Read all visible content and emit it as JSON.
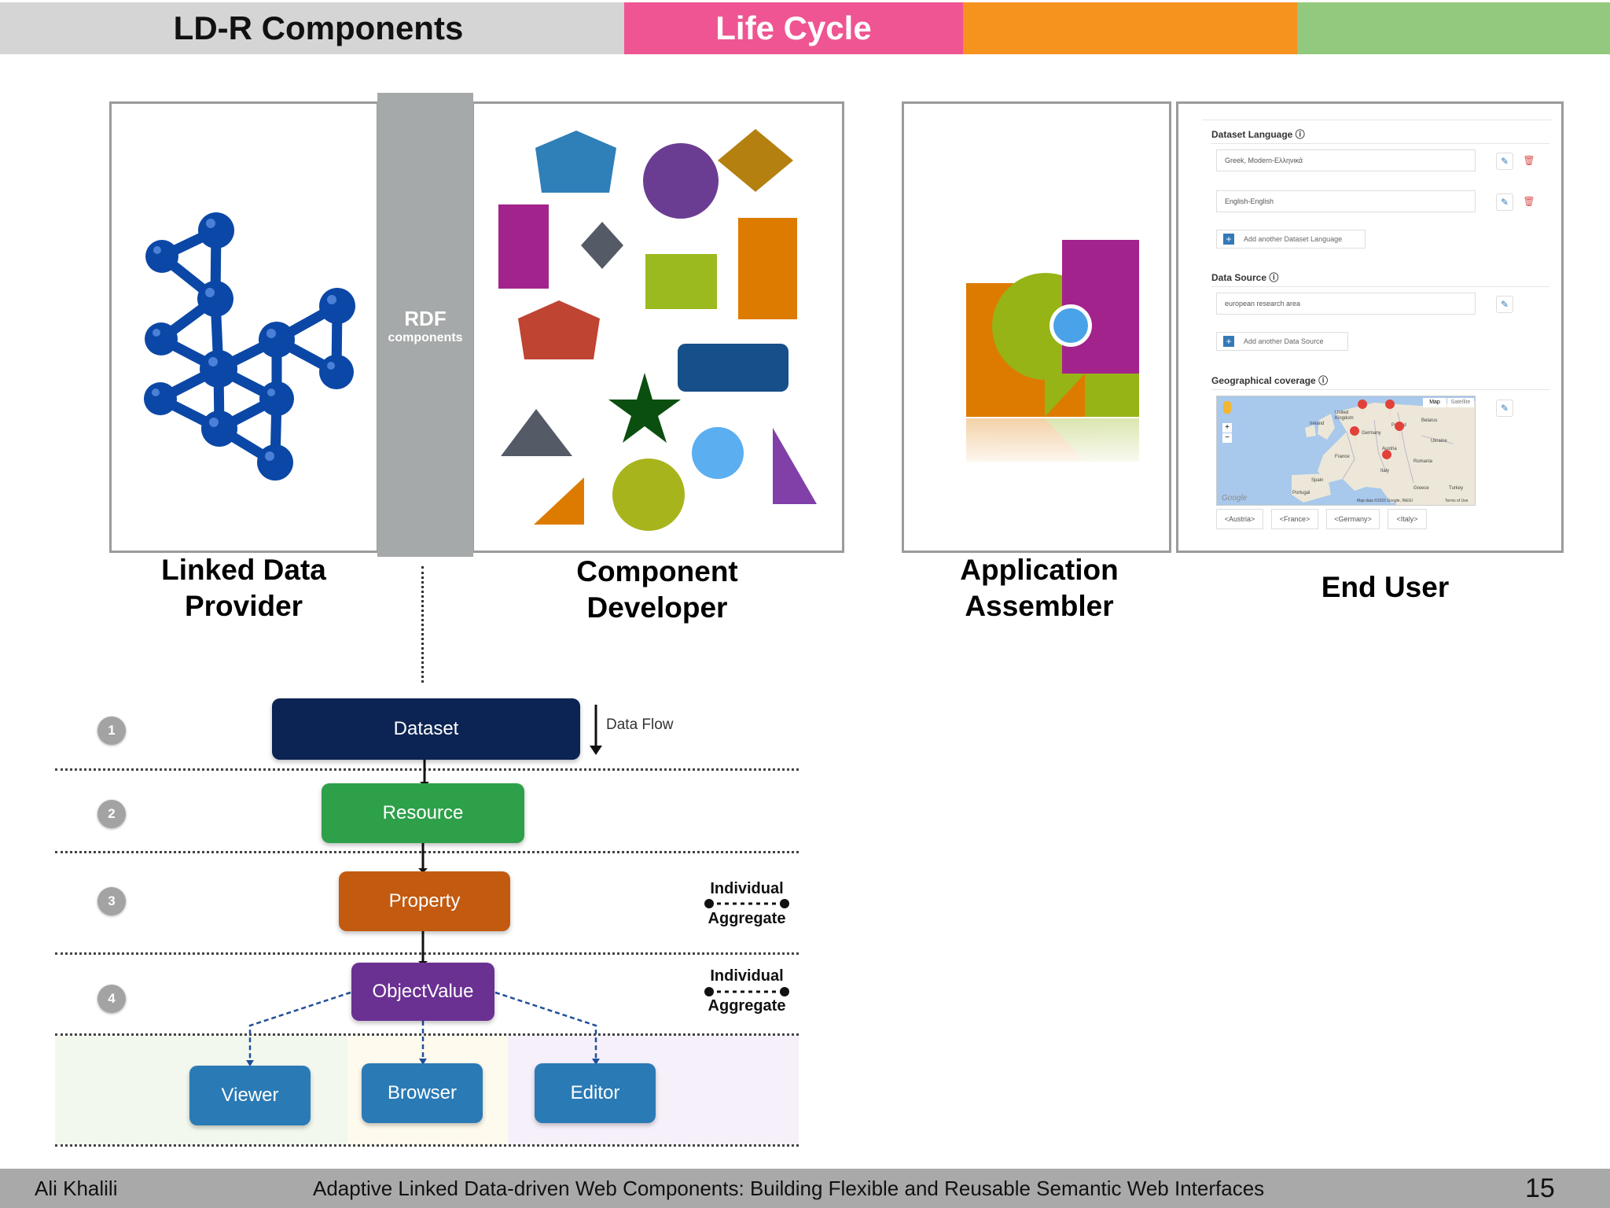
{
  "header": {
    "tab_components": "LD-R Components",
    "tab_lifecycle": "Life Cycle",
    "colors": {
      "gray": "#d5d5d5",
      "pink": "#ef5592",
      "orange": "#f6921e",
      "green": "#93c97e"
    }
  },
  "panels": {
    "rdf_title": "RDF",
    "rdf_subtitle": "components"
  },
  "roles": {
    "provider_l1": "Linked Data",
    "provider_l2": "Provider",
    "developer_l1": "Component",
    "developer_l2": "Developer",
    "assembler_l1": "Application",
    "assembler_l2": "Assembler",
    "end_user": "End User"
  },
  "end_user_form": {
    "dataset_language_label": "Dataset Language",
    "lang_value_1": "Greek, Modern-Ελληνικά",
    "lang_value_2": "English-English",
    "add_language": "Add another Dataset Language",
    "data_source_label": "Data Source",
    "source_value": "european research area",
    "add_source": "Add another Data Source",
    "geo_label": "Geographical coverage",
    "map_btn_map": "Map",
    "map_btn_satellite": "Satellite",
    "map_labels": {
      "ireland": "Ireland",
      "uk": "United Kingdom",
      "germany": "Germany",
      "poland": "Poland",
      "belarus": "Belarus",
      "ukraine": "Ukraine",
      "france": "France",
      "austria": "Austria",
      "romania": "Romania",
      "spain": "Spain",
      "italy": "Italy",
      "portugal": "Portugal",
      "greece": "Greece",
      "turkey": "Turkey",
      "google": "Google",
      "attribution": "Map data ©2015 Google, INEGI",
      "terms": "Terms of Use"
    },
    "tags": [
      "<Austria>",
      "<France>",
      "<Germany>",
      "<Italy>"
    ]
  },
  "flow": {
    "steps": [
      "1",
      "2",
      "3",
      "4"
    ],
    "dataset": "Dataset",
    "resource": "Resource",
    "property": "Property",
    "object_value": "ObjectValue",
    "viewer": "Viewer",
    "browser": "Browser",
    "editor": "Editor",
    "data_flow": "Data Flow",
    "individual": "Individual",
    "aggregate": "Aggregate",
    "colors": {
      "dataset": "#0c2453",
      "resource": "#2ea04a",
      "property": "#c25a10",
      "object_value": "#6a3092",
      "leaf": "#2a7ab5"
    }
  },
  "footer": {
    "author": "Ali Khalili",
    "title": "Adaptive Linked Data-driven Web Components: Building Flexible and Reusable Semantic Web Interfaces",
    "page": "15"
  }
}
